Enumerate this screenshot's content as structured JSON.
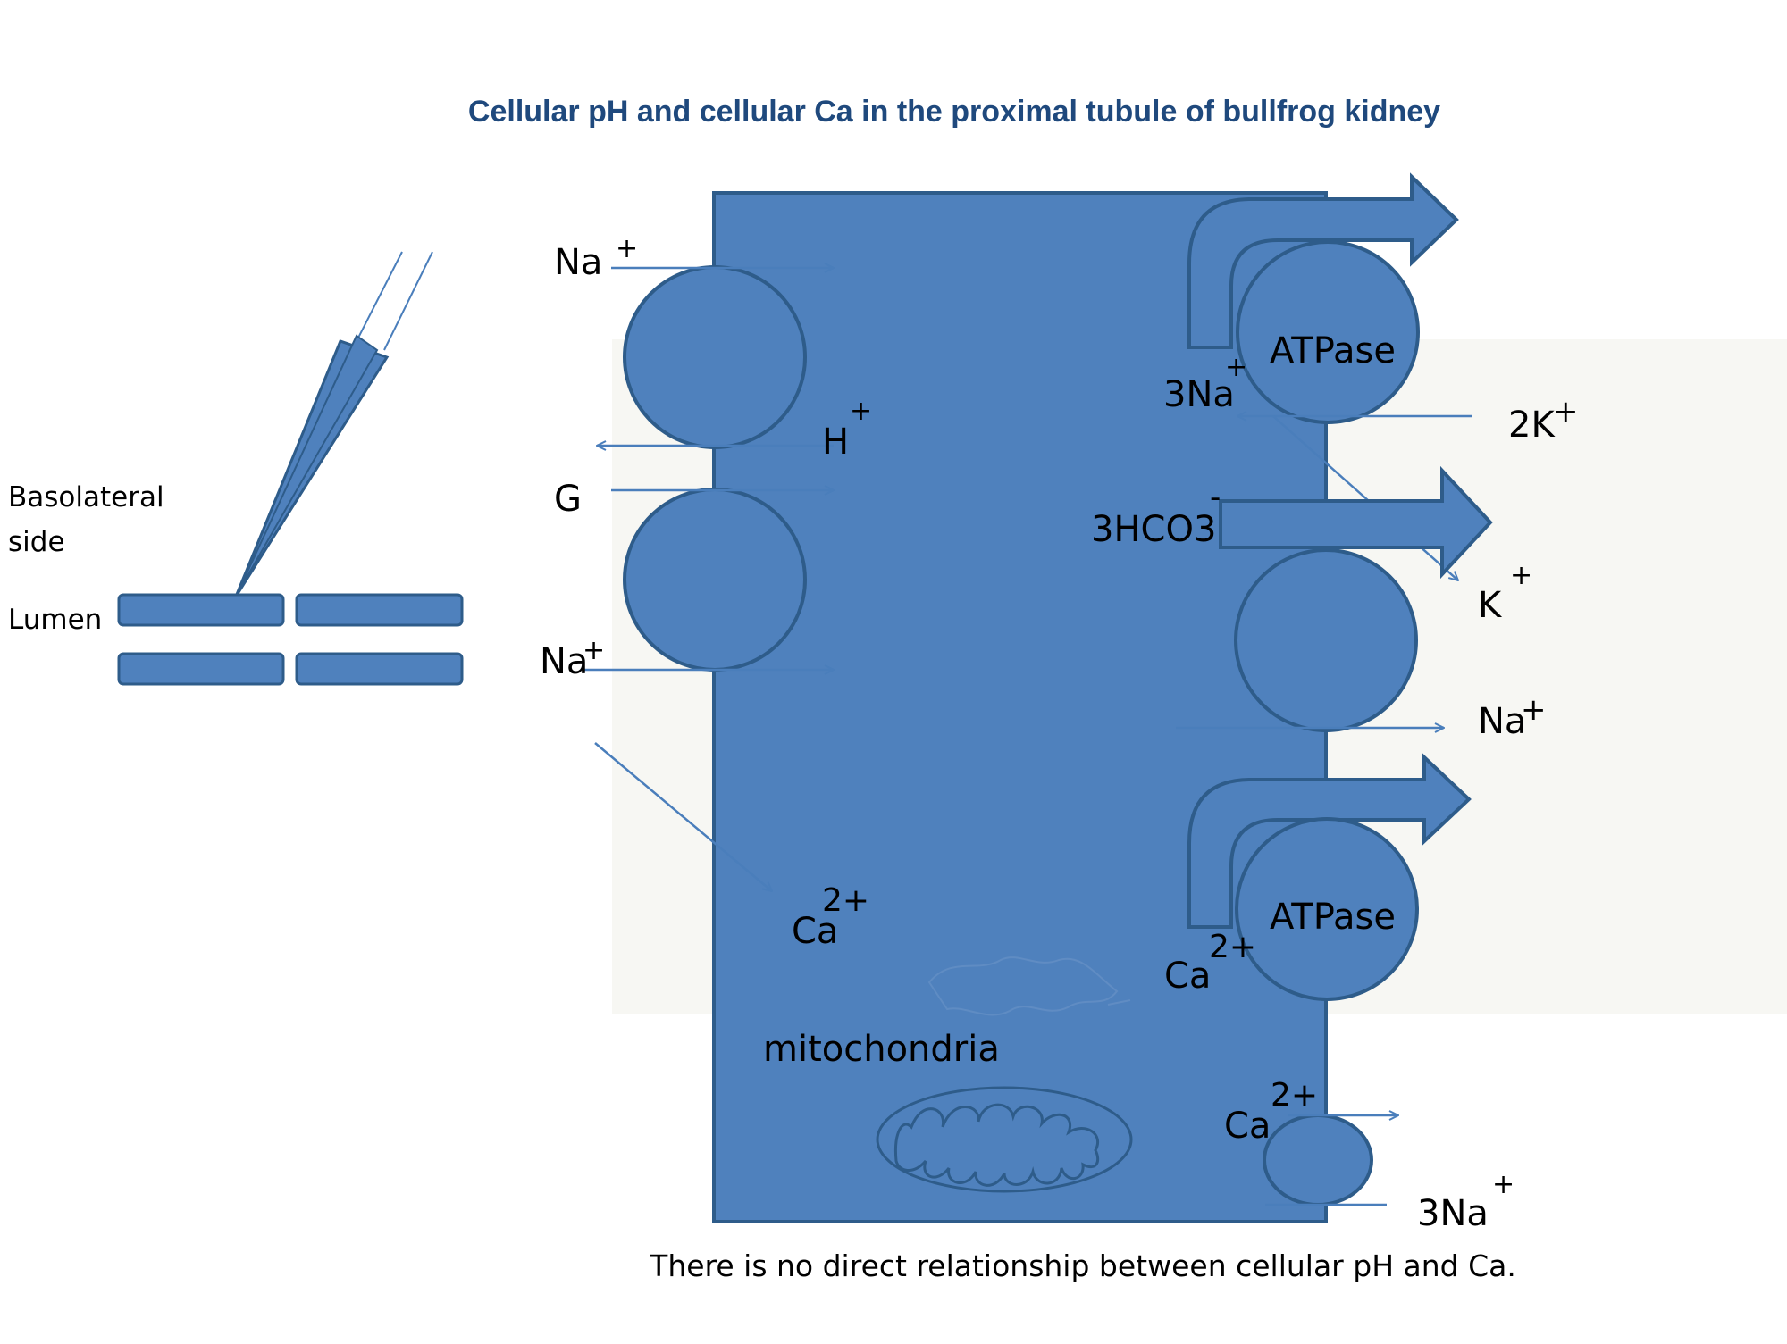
{
  "title": "Cellular pH and cellular Ca in the proximal tubule of bullfrog kidney",
  "footnote": "There is no direct relationship between cellular pH and Ca.",
  "colors": {
    "cell_fill": "#4f81bd",
    "cell_stroke": "#2e5c8a",
    "arrow_line": "#4a7ebb",
    "title": "#1f497d",
    "text": "#000000",
    "faint_panel": "#f7f7f3"
  },
  "icons": {
    "electrode": "micropipette-electrode",
    "mitochondrion": "mitochondrion-shape",
    "faint_mitochondrion": "mitochondrion-shape-faded"
  },
  "left_panel": {
    "basolateral_line1": "Basolateral",
    "basolateral_line2": "side",
    "lumen": "Lumen"
  },
  "labels": {
    "na1": "Na",
    "na1_sup": "+",
    "h": "H",
    "h_sup": "+",
    "g": "G",
    "na2": "Na",
    "na2_sup": "+",
    "ca_cell": "Ca",
    "ca_cell_sup": "2+",
    "mitochondria": "mitochondria",
    "atpase1": "ATPase",
    "three_na": "3Na",
    "three_na_sup": "+",
    "two_k": "2K",
    "two_k_sup": "+",
    "hco3": "3HCO3",
    "hco3_sup": "-",
    "k": "K",
    "k_sup": "+",
    "na3": "Na",
    "na3_sup": "+",
    "atpase2": "ATPase",
    "ca_pump": "Ca",
    "ca_pump_sup": "2+",
    "ca_exch": "Ca",
    "ca_exch_sup": "2+",
    "three_na_exch": "3Na",
    "three_na_exch_sup": "+"
  }
}
